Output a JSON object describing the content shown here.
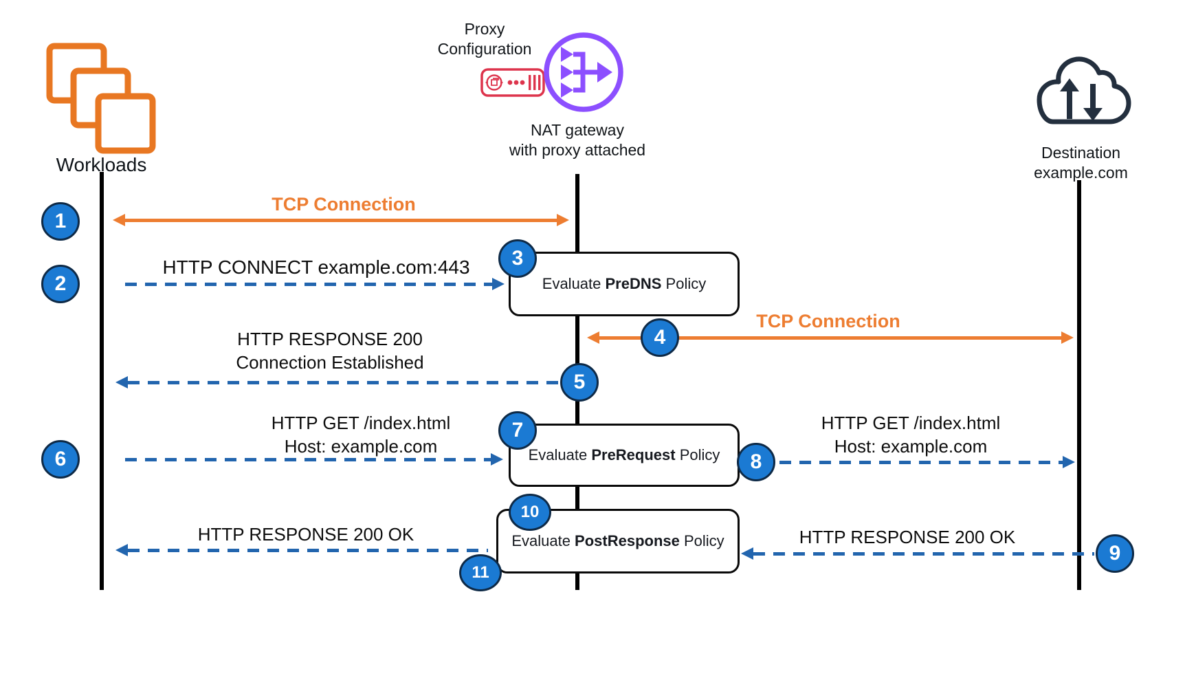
{
  "actors": {
    "workloads": {
      "label": "Workloads"
    },
    "proxy": {
      "line1": "Proxy",
      "line2": "Configuration"
    },
    "nat": {
      "line1": "NAT gateway",
      "line2": "with proxy attached"
    },
    "destination": {
      "line1": "Destination",
      "line2": "example.com"
    }
  },
  "messages": {
    "tcp_left": {
      "label": "TCP Connection"
    },
    "tcp_right": {
      "label": "TCP Connection"
    },
    "http_connect": {
      "label": "HTTP CONNECT example.com:443"
    },
    "http_response_200": {
      "line1": "HTTP RESPONSE 200",
      "line2": "Connection Established"
    },
    "http_get_left": {
      "line1": "HTTP GET /index.html",
      "line2": "Host: example.com"
    },
    "http_get_right": {
      "line1": "HTTP GET /index.html",
      "line2": "Host: example.com"
    },
    "http_response_ok_left": {
      "label": "HTTP RESPONSE 200 OK"
    },
    "http_response_ok_right": {
      "label": "HTTP RESPONSE 200 OK"
    }
  },
  "policy_boxes": {
    "predns": {
      "prefix": "Evaluate ",
      "name": "PreDNS",
      "suffix": " Policy"
    },
    "prerequest": {
      "prefix": "Evaluate ",
      "name": "PreRequest",
      "suffix": " Policy"
    },
    "postresponse": {
      "prefix": "Evaluate ",
      "name": "PostResponse",
      "suffix": " Policy"
    }
  },
  "badges": {
    "b1": "1",
    "b2": "2",
    "b3": "3",
    "b4": "4",
    "b5": "5",
    "b6": "6",
    "b7": "7",
    "b8": "8",
    "b9": "9",
    "b10": "10",
    "b11": "11"
  },
  "colors": {
    "orange": "#ED7D31",
    "square_orange": "#E87722",
    "circle_blue": "#1B7AD3",
    "arrow_blue": "#2265AE",
    "purple": "#8C4FFF",
    "red": "#DD344C",
    "navy": "#232F3E"
  }
}
